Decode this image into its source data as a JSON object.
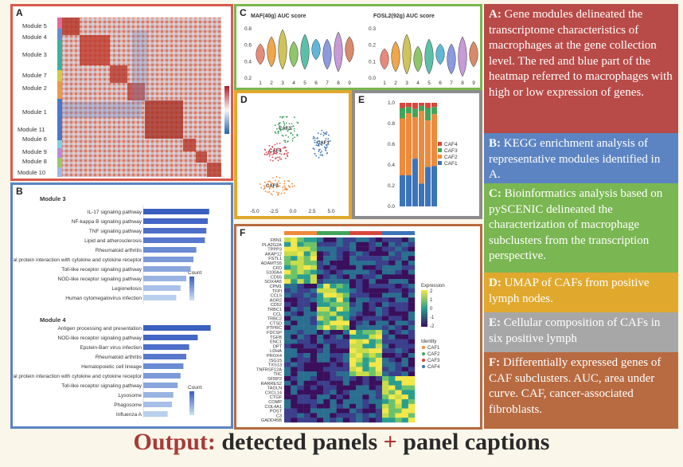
{
  "panelA": {
    "label": "A",
    "modules": [
      "Module 5",
      "Module 4",
      "Module 3",
      "Module 7",
      "Module 2",
      "Module 1",
      "Module 11",
      "Module 6",
      "Module 9",
      "Module 8",
      "Module 10"
    ]
  },
  "panelB": {
    "label": "B",
    "module3_title": "Module 3",
    "module3_pathways": [
      "IL-17 signaling pathway",
      "NF-kappa B signaling pathway",
      "TNF signaling pathway",
      "Lipid and atherosclerosis",
      "Rheumatoid arthritis",
      "Viral protein interaction with cytokine and cytokine receptor",
      "Toll-like receptor signaling pathway",
      "NOD-like receptor signaling pathway",
      "Legionellosis",
      "Human cytomegalovirus infection"
    ],
    "module3_values": [
      0.92,
      0.9,
      0.88,
      0.86,
      0.74,
      0.7,
      0.66,
      0.6,
      0.52,
      0.46
    ],
    "module4_title": "Module 4",
    "module4_pathways": [
      "Antigen processing and presentation",
      "NOD-like receptor signaling pathway",
      "Epstein-Barr virus infection",
      "Rheumatoid arthritis",
      "Hematopoietic cell lineage",
      "Viral protein interaction with cytokine and cytokine receptor",
      "Toll-like receptor signaling pathway",
      "Lysosome",
      "Phagosome",
      "Influenza A"
    ],
    "module4_values": [
      0.94,
      0.76,
      0.64,
      0.6,
      0.56,
      0.52,
      0.48,
      0.42,
      0.4,
      0.34
    ],
    "legend_title": "Count"
  },
  "panelC": {
    "label": "C",
    "left_title": "MAF(40g)  AUC score",
    "right_title": "FOSL2(92g)  AUC score",
    "left_y_ticks": [
      "0.8",
      "0.6",
      "0.4",
      "0.2"
    ],
    "right_y_ticks": [
      "0.3",
      "0.2",
      "0.1",
      "0.0"
    ],
    "x_ticks": [
      "1",
      "2",
      "3",
      "4",
      "5",
      "6",
      "7",
      "8",
      "9"
    ]
  },
  "panelD": {
    "label": "D",
    "clusters": [
      "CAF3",
      "CAF4",
      "CAF1",
      "CAF2"
    ],
    "x_ticks": [
      "-5.0",
      "-2.5",
      "0.0",
      "2.5",
      "5.0"
    ]
  },
  "panelE": {
    "label": "E",
    "y_ticks": [
      "1.0",
      "0.8",
      "0.6",
      "0.4",
      "0.2",
      "0.0"
    ],
    "legend": [
      "CAF4",
      "CAF3",
      "CAF2",
      "CAF1"
    ],
    "legend_colors": [
      "#d8473c",
      "#42a45a",
      "#ee8a3b",
      "#3b74b8"
    ]
  },
  "panelF": {
    "label": "F",
    "genes": [
      "FBN1",
      "PLA2G2A",
      "TPPP3",
      "AKAP12",
      "FSTL1",
      "ADAMTS5",
      "CFD",
      "S100A4",
      "CD55",
      "SOX4A5",
      "CPM1",
      "TFPI",
      "CCL5",
      "AGR2",
      "CD52",
      "TRBC1",
      "CCL",
      "TRBC2",
      "CTSD",
      "PTPRC",
      "FDCSP",
      "TGFB",
      "ENC1",
      "DPT",
      "LDHA",
      "PROX4",
      "ISG15",
      "TXS13",
      "TNFRSF12A",
      "TIIC",
      "SFRP2",
      "RARRES2",
      "TAGLN",
      "CXCL14",
      "CTGF",
      "COMP",
      "COL4A1",
      "POST",
      "C3",
      "GADD45B"
    ],
    "legend_title": "Expression",
    "legend_ticks": [
      "2",
      "1",
      "0",
      "-1",
      "-2"
    ],
    "identity_title": "Identity",
    "identity_items": [
      "CAF1",
      "CAF2",
      "CAF3",
      "CAF4"
    ]
  },
  "captions": {
    "A": {
      "letter": "A:",
      "text": " Gene modules delineated the transcriptome characteristics of macrophages at the gene collection level. The red and blue part of the heatmap referred to macrophages with high or low expression of genes."
    },
    "B": {
      "letter": "B:",
      "text": " KEGG enrichment analysis of representative modules identified in A."
    },
    "C": {
      "letter": "C:",
      "text": " Bioinformatics analysis based on pySCENIC delineated the characterization of macrophage subclusters from the transcription perspective."
    },
    "D": {
      "letter": "D:",
      "text": " UMAP of CAFs from positive lymph nodes."
    },
    "E": {
      "letter": "E:",
      "text": " Cellular composition of CAFs in six positive lymph"
    },
    "F": {
      "letter": "F:",
      "text": " Differentially expressed genes of CAF subclusters. AUC, area under curve. CAF, cancer-associated fibroblasts."
    }
  },
  "footer": {
    "output_label": "Output:",
    "text_part1": " detected panels ",
    "plus": "+",
    "text_part2": " panel captions"
  },
  "colors": {
    "captionA": "#b84a47",
    "captionB": "#5c84c2",
    "captionC": "#7ab651",
    "captionD": "#e0a92e",
    "captionE": "#a7a7a7",
    "captionF": "#b86a40"
  }
}
